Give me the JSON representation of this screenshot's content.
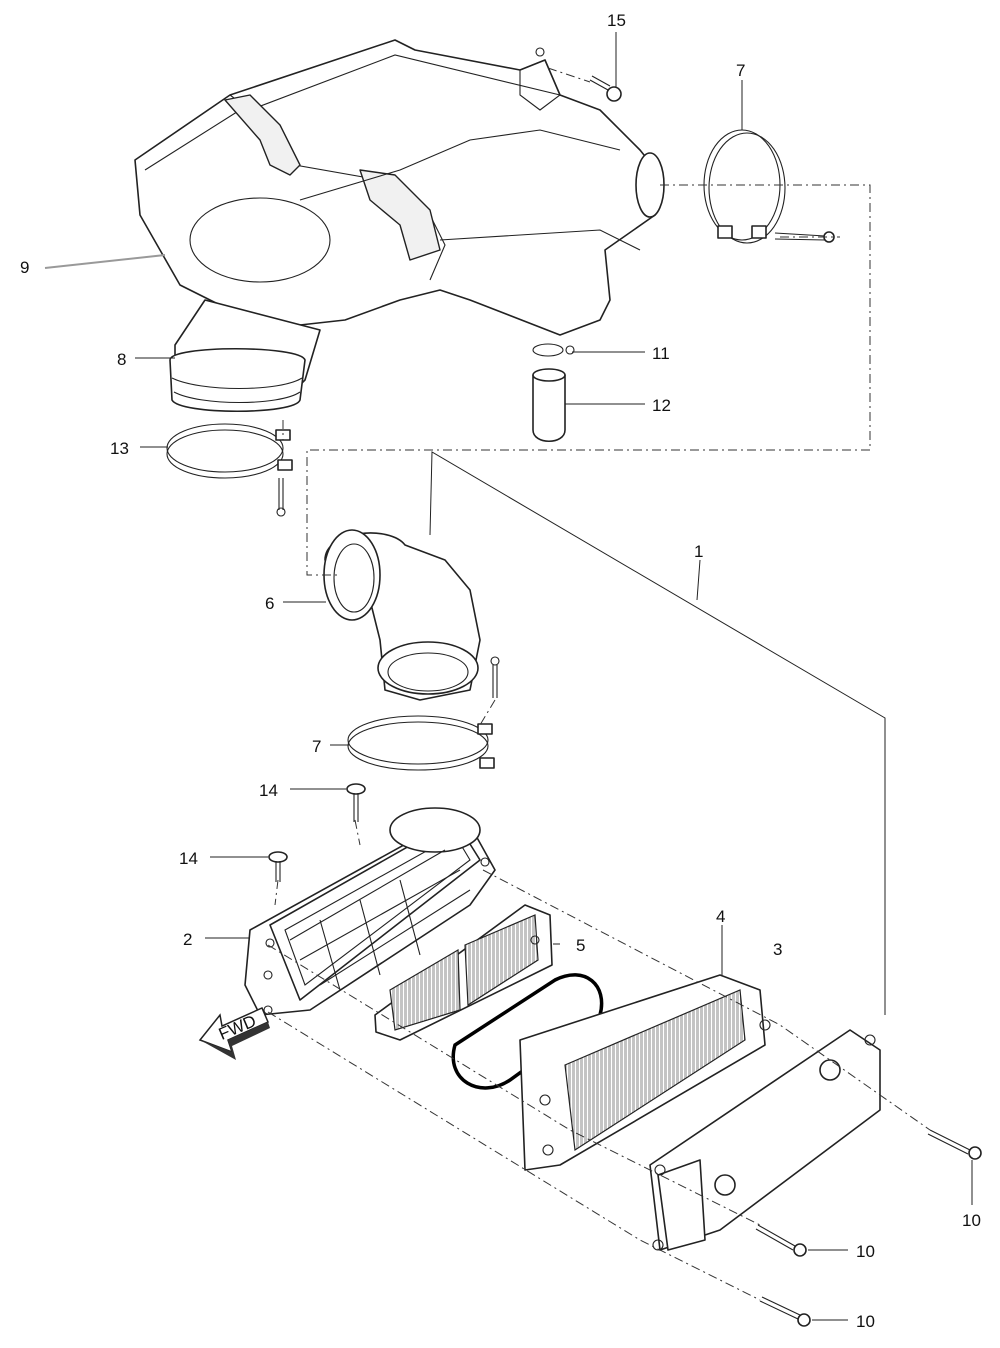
{
  "parts": [
    {
      "id": "callout-1",
      "text": "1"
    },
    {
      "id": "callout-2",
      "text": "2"
    },
    {
      "id": "callout-3",
      "text": "3"
    },
    {
      "id": "callout-4",
      "text": "4"
    },
    {
      "id": "callout-5",
      "text": "5"
    },
    {
      "id": "callout-6",
      "text": "6"
    },
    {
      "id": "callout-7-top",
      "text": "7"
    },
    {
      "id": "callout-7-mid",
      "text": "7"
    },
    {
      "id": "callout-8",
      "text": "8"
    },
    {
      "id": "callout-9",
      "text": "9"
    },
    {
      "id": "callout-10-a",
      "text": "10"
    },
    {
      "id": "callout-10-b",
      "text": "10"
    },
    {
      "id": "callout-10-c",
      "text": "10"
    },
    {
      "id": "callout-11",
      "text": "11"
    },
    {
      "id": "callout-12",
      "text": "12"
    },
    {
      "id": "callout-13",
      "text": "13"
    },
    {
      "id": "callout-14-a",
      "text": "14"
    },
    {
      "id": "callout-14-b",
      "text": "14"
    },
    {
      "id": "callout-15",
      "text": "15"
    }
  ],
  "direction_marker": {
    "text": "FWD"
  }
}
